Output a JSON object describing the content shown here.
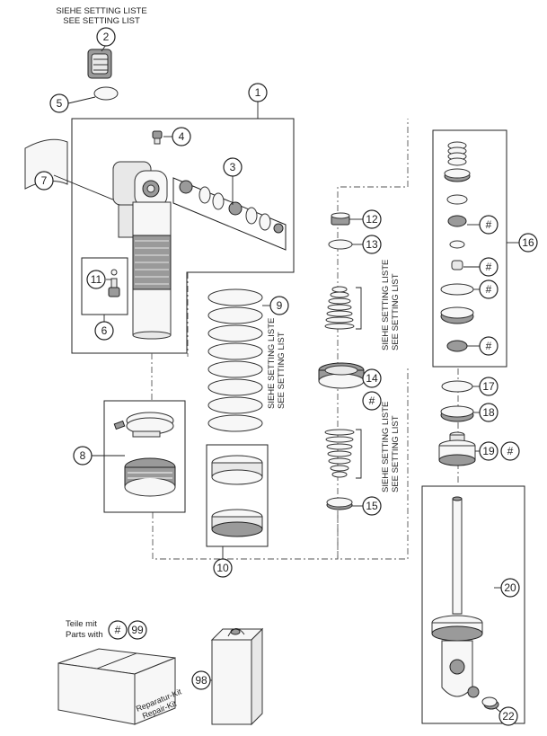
{
  "notes": {
    "setting_top_line1": "SIEHE SETTING LISTE",
    "setting_top_line2": "SEE SETTING LIST",
    "setting_spring_line1": "SIEHE SETTING LISTE",
    "setting_spring_line2": "SEE SETTING LIST",
    "setting_stack1_line1": "SIEHE SETTING LISTE",
    "setting_stack1_line2": "SEE SETTING LIST",
    "setting_stack2_line1": "SIEHE SETTING LISTE",
    "setting_stack2_line2": "SEE SETTING LIST"
  },
  "legend": {
    "line1": "Teile mit",
    "line2": "Parts with",
    "hash": "#",
    "num": "99"
  },
  "kit": {
    "label1": "Reparatur-Kit",
    "label2": "Repair-Kit"
  },
  "callouts": {
    "c1": "1",
    "c2": "2",
    "c3": "3",
    "c4": "4",
    "c5": "5",
    "c6": "6",
    "c7": "7",
    "c8": "8",
    "c9": "9",
    "c10": "10",
    "c11": "11",
    "c12": "12",
    "c13": "13",
    "c14": "14",
    "c15": "15",
    "c16": "16",
    "c17": "17",
    "c18": "18",
    "c19": "19",
    "c20": "20",
    "c22": "22",
    "c98": "98",
    "h14": "#",
    "h16a": "#",
    "h16b": "#",
    "h16c": "#",
    "h16d": "#",
    "h19": "#"
  }
}
